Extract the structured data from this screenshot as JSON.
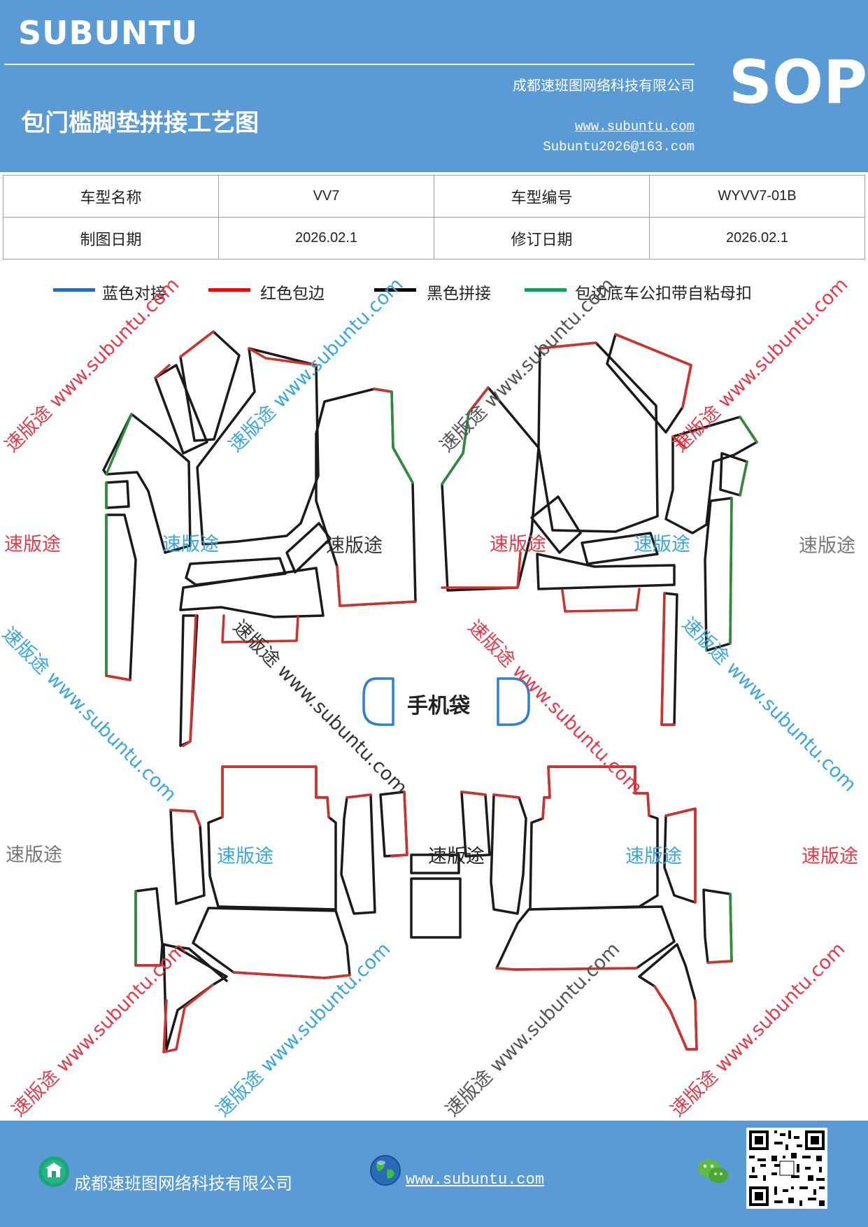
{
  "header": {
    "brand": "SUBUNTU",
    "company": "成都速班图网络科技有限公司",
    "title": "包门槛脚垫拼接工艺图",
    "website": "www.subuntu.com",
    "email": "Subuntu2026@163.com",
    "badge": "SOP"
  },
  "info_table": {
    "rows": [
      {
        "label1": "车型名称",
        "value1": "VV7",
        "label2": "车型编号",
        "value2": "WYVV7-01B"
      },
      {
        "label1": "制图日期",
        "value1": "2026.02.1",
        "label2": "修订日期",
        "value2": "2026.02.1"
      }
    ]
  },
  "legend": {
    "items": [
      {
        "label": "蓝色对接",
        "color": "#1f6fbf"
      },
      {
        "label": "红色包边",
        "color": "#ff0000"
      },
      {
        "label": "黑色拼接",
        "color": "#000000"
      },
      {
        "label": "包边底车公扣带自粘母扣",
        "color": "#00a651"
      }
    ]
  },
  "diagram": {
    "phone_bag_label": "手机袋",
    "piece_label": "速版途",
    "colors": {
      "edge_red": "#d0312d",
      "edge_black": "#1a1a1a",
      "edge_green": "#2e8b3e",
      "edge_blue": "#2f7fd1"
    }
  },
  "watermarks": {
    "rotated_text": "速版途 www.subuntu.com",
    "flat_text": "速版途",
    "colors": {
      "red": "#e8394a",
      "blue": "#3aa6e0",
      "gray": "#777777"
    }
  },
  "footer": {
    "company": "成都速班图网络科技有限公司",
    "website": "www.subuntu.com"
  }
}
